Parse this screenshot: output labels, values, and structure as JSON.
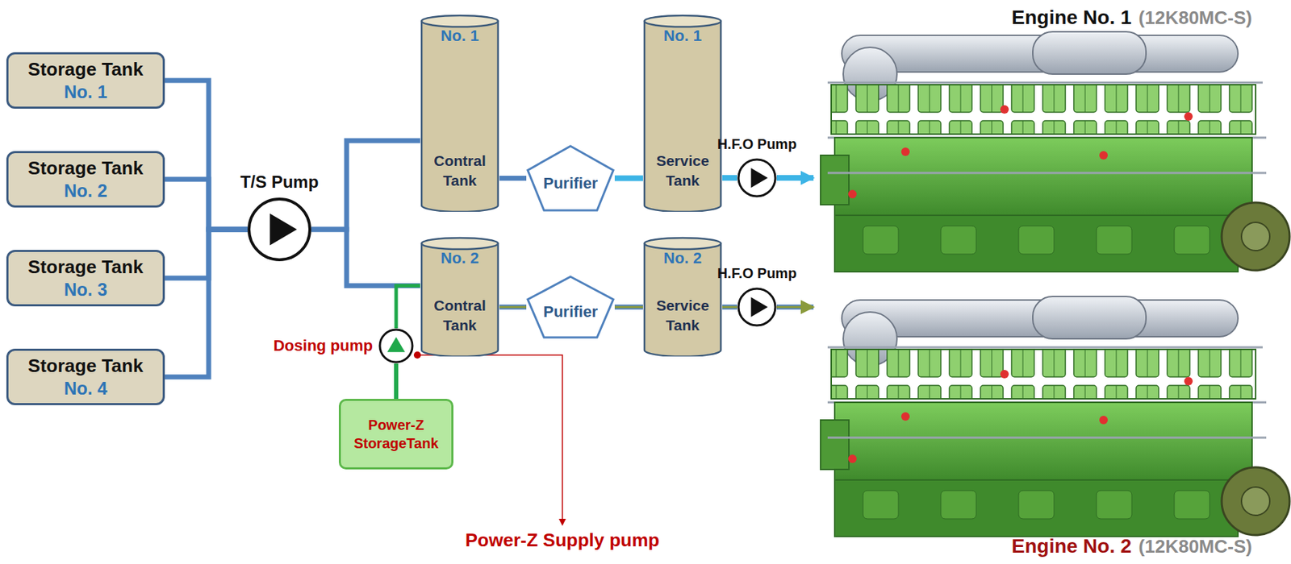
{
  "diagram": {
    "nodes": [
      {
        "text": [
          "Storage Tank",
          "No. 1"
        ]
      },
      {
        "text": [
          "Storage Tank",
          "No. 2"
        ]
      },
      {
        "text": [
          "Storage Tank",
          "No. 3"
        ]
      },
      {
        "text": [
          "Storage Tank",
          "No. 4"
        ]
      },
      {
        "text": [
          "T/S Pump"
        ]
      },
      {
        "text": [
          "No. 1",
          "Contral Tank"
        ]
      },
      {
        "text": [
          "Purifier"
        ]
      },
      {
        "text": [
          "No. 1",
          "Service Tank"
        ]
      },
      {
        "text": [
          "H.F.O Pump"
        ]
      },
      {
        "text": [
          "Engine No. 1",
          "(12K80MC-S)"
        ]
      },
      {
        "text": [
          "No. 2",
          "Contral Tank"
        ]
      },
      {
        "text": [
          "Purifier"
        ]
      },
      {
        "text": [
          "No. 2",
          "Service Tank"
        ]
      },
      {
        "text": [
          "H.F.O Pump"
        ]
      },
      {
        "text": [
          "Engine No. 2",
          "(12K80MC-S)"
        ]
      },
      {
        "text": [
          "Dosing pump"
        ]
      },
      {
        "text": [
          "Power-Z StorageTank"
        ]
      }
    ],
    "edges": [
      {
        "from": 0,
        "to": 4,
        "arrow": "none"
      },
      {
        "from": 1,
        "to": 4,
        "arrow": "none"
      },
      {
        "from": 2,
        "to": 4,
        "arrow": "none"
      },
      {
        "from": 3,
        "to": 4,
        "arrow": "none"
      },
      {
        "from": 4,
        "to": 5,
        "arrow": "none"
      },
      {
        "from": 4,
        "to": 10,
        "arrow": "none"
      },
      {
        "from": 5,
        "to": 6,
        "arrow": "none"
      },
      {
        "from": 6,
        "to": 7,
        "arrow": "none"
      },
      {
        "from": 7,
        "to": 8,
        "arrow": "none"
      },
      {
        "from": 8,
        "to": 9,
        "arrow": "to"
      },
      {
        "from": 10,
        "to": 11,
        "arrow": "none"
      },
      {
        "from": 11,
        "to": 12,
        "arrow": "none"
      },
      {
        "from": 12,
        "to": 13,
        "arrow": "none"
      },
      {
        "from": 13,
        "to": 14,
        "arrow": "to"
      },
      {
        "from": 16,
        "to": 15,
        "arrow": "none"
      },
      {
        "from": 15,
        "to": 10,
        "arrow": "none"
      }
    ],
    "labels": [
      "Power-Z Supply pump"
    ]
  }
}
